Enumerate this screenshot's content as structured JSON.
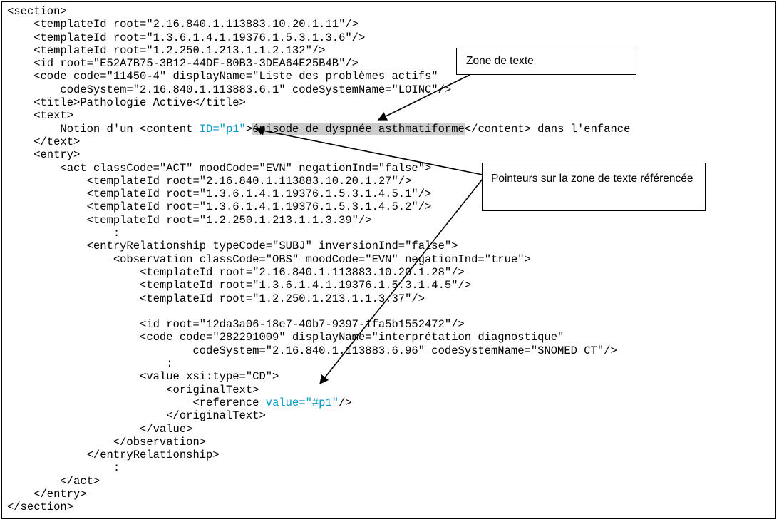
{
  "annotations": {
    "zone_label": "Zone de texte",
    "pointer_label": "Pointeurs sur la zone de texte référencée"
  },
  "colors": {
    "reference_blue": "#0099CC",
    "highlight_gray": "#CCCCCC",
    "arrow_black": "#000000"
  },
  "code": {
    "lines": [
      {
        "segs": [
          {
            "t": "<section>"
          }
        ]
      },
      {
        "segs": [
          {
            "t": "    <templateId root=\"2.16.840.1.113883.10.20.1.11\"/>"
          }
        ]
      },
      {
        "segs": [
          {
            "t": "    <templateId root=\"1.3.6.1.4.1.19376.1.5.3.1.3.6\"/>"
          }
        ]
      },
      {
        "segs": [
          {
            "t": "    <templateId root=\"1.2.250.1.213.1.1.2.132\"/>"
          }
        ]
      },
      {
        "segs": [
          {
            "t": "    <id root=\"E52A7B75-3B12-44DF-80B3-3DEA64E25B4B\"/>"
          }
        ]
      },
      {
        "segs": [
          {
            "t": "    <code code=\"11450-4\" displayName=\"Liste des problèmes actifs\""
          }
        ]
      },
      {
        "segs": [
          {
            "t": "        codeSystem=\"2.16.840.1.113883.6.1\" codeSystemName=\"LOINC\"/>"
          }
        ]
      },
      {
        "segs": [
          {
            "t": "    <title>Pathologie Active</title>"
          }
        ]
      },
      {
        "segs": [
          {
            "t": "    <text>"
          }
        ]
      },
      {
        "segs": [
          {
            "t": "        Notion d'un <content "
          },
          {
            "t": "ID=\"p1\"",
            "c": "blue",
            "n": "id-attribute-p1"
          },
          {
            "t": ">"
          },
          {
            "t": "épisode de dyspnée asthmatiforme",
            "c": "hl",
            "n": "text-zone-highlight"
          },
          {
            "t": "</content> dans l'enfance"
          }
        ]
      },
      {
        "segs": [
          {
            "t": "    </text>"
          }
        ]
      },
      {
        "segs": [
          {
            "t": "    <entry>"
          }
        ]
      },
      {
        "segs": [
          {
            "t": "        <act classCode=\"ACT\" moodCode=\"EVN\" negationInd=\"false\">"
          }
        ]
      },
      {
        "segs": [
          {
            "t": "            <templateId root=\"2.16.840.1.113883.10.20.1.27\"/>"
          }
        ]
      },
      {
        "segs": [
          {
            "t": "            <templateId root=\"1.3.6.1.4.1.19376.1.5.3.1.4.5.1\"/>"
          }
        ]
      },
      {
        "segs": [
          {
            "t": "            <templateId root=\"1.3.6.1.4.1.19376.1.5.3.1.4.5.2\"/>"
          }
        ]
      },
      {
        "segs": [
          {
            "t": "            <templateId root=\"1.2.250.1.213.1.1.3.39\"/>"
          }
        ]
      },
      {
        "segs": [
          {
            "t": "                :"
          }
        ]
      },
      {
        "segs": [
          {
            "t": "            <entryRelationship typeCode=\"SUBJ\" inversionInd=\"false\">"
          }
        ]
      },
      {
        "segs": [
          {
            "t": "                <observation classCode=\"OBS\" moodCode=\"EVN\" negationInd=\"true\">"
          }
        ]
      },
      {
        "segs": [
          {
            "t": "                    <templateId root=\"2.16.840.1.113883.10.20.1.28\"/>"
          }
        ]
      },
      {
        "segs": [
          {
            "t": "                    <templateId root=\"1.3.6.1.4.1.19376.1.5.3.1.4.5\"/>"
          }
        ]
      },
      {
        "segs": [
          {
            "t": "                    <templateId root=\"1.2.250.1.213.1.1.3.37\"/>"
          }
        ]
      },
      {
        "segs": []
      },
      {
        "segs": [
          {
            "t": "                    <id root=\"12da3a06-18e7-40b7-9397-1fa5b1552472\"/>"
          }
        ]
      },
      {
        "segs": [
          {
            "t": "                    <code code=\"282291009\" displayName=\"interprétation diagnostique\""
          }
        ]
      },
      {
        "segs": [
          {
            "t": "                            codeSystem=\"2.16.840.1.113883.6.96\" codeSystemName=\"SNOMED CT\"/>"
          }
        ]
      },
      {
        "segs": [
          {
            "t": "                        :"
          }
        ]
      },
      {
        "segs": [
          {
            "t": "                    <value xsi:type=\"CD\">"
          }
        ]
      },
      {
        "segs": [
          {
            "t": "                        <originalText>"
          }
        ]
      },
      {
        "segs": [
          {
            "t": "                            <reference "
          },
          {
            "t": "value=\"#p1\"",
            "c": "blue",
            "n": "reference-value-p1"
          },
          {
            "t": "/>"
          }
        ]
      },
      {
        "segs": [
          {
            "t": "                        </originalText>"
          }
        ]
      },
      {
        "segs": [
          {
            "t": "                    </value>"
          }
        ]
      },
      {
        "segs": [
          {
            "t": "                </observation>"
          }
        ]
      },
      {
        "segs": [
          {
            "t": "            </entryRelationship>"
          }
        ]
      },
      {
        "segs": [
          {
            "t": "                :"
          }
        ]
      },
      {
        "segs": [
          {
            "t": "        </act>"
          }
        ]
      },
      {
        "segs": [
          {
            "t": "    </entry>"
          }
        ]
      },
      {
        "segs": [
          {
            "t": "</section>"
          }
        ]
      }
    ]
  }
}
